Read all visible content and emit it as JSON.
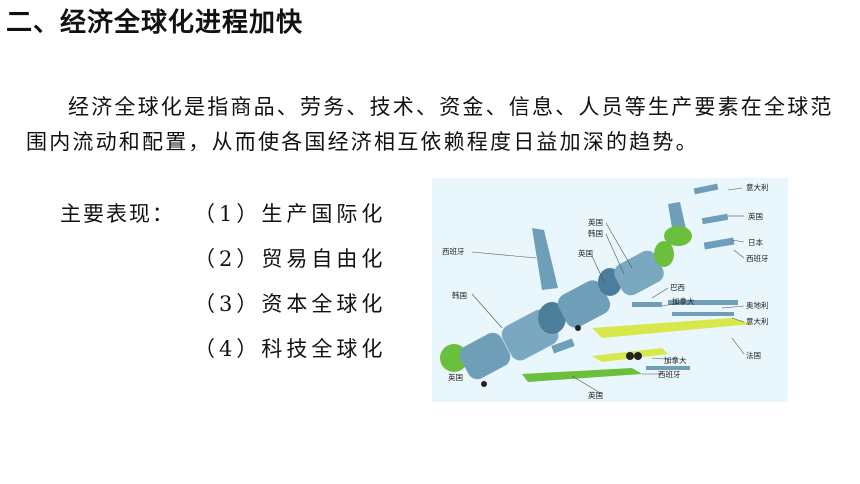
{
  "title": "二、经济全球化进程加快",
  "definition": "经济全球化是指商品、劳务、技术、资金、信息、人员等生产要素在全球范围内流动和配置，从而使各国经济相互依赖程度日益加深的趋势。",
  "manifestations": {
    "label": "主要表现：",
    "items": [
      "（1）生产国际化",
      "（2）贸易自由化",
      "（3）资本全球化",
      "（4）科技全球化"
    ]
  },
  "figure": {
    "labels": {
      "italy_top": "意大利",
      "uk_top": "英国",
      "japan": "日本",
      "spain_right": "西班牙",
      "uk_center": "英国",
      "korea_center": "韩国",
      "uk_mid": "英国",
      "spain_left": "西班牙",
      "korea_left": "韩国",
      "brazil": "巴西",
      "canada_mid": "加拿大",
      "austria": "奥地利",
      "italy_right": "意大利",
      "france": "法国",
      "canada_bottom": "加拿大",
      "spain_bottom": "西班牙",
      "uk_left_bottom": "英国",
      "uk_bottom": "英国"
    }
  },
  "colors": {
    "fuselage": "#6f9eb8",
    "green_part": "#6abf3c",
    "yellow_part": "#d8e84a",
    "background": "#e9f6fb"
  }
}
